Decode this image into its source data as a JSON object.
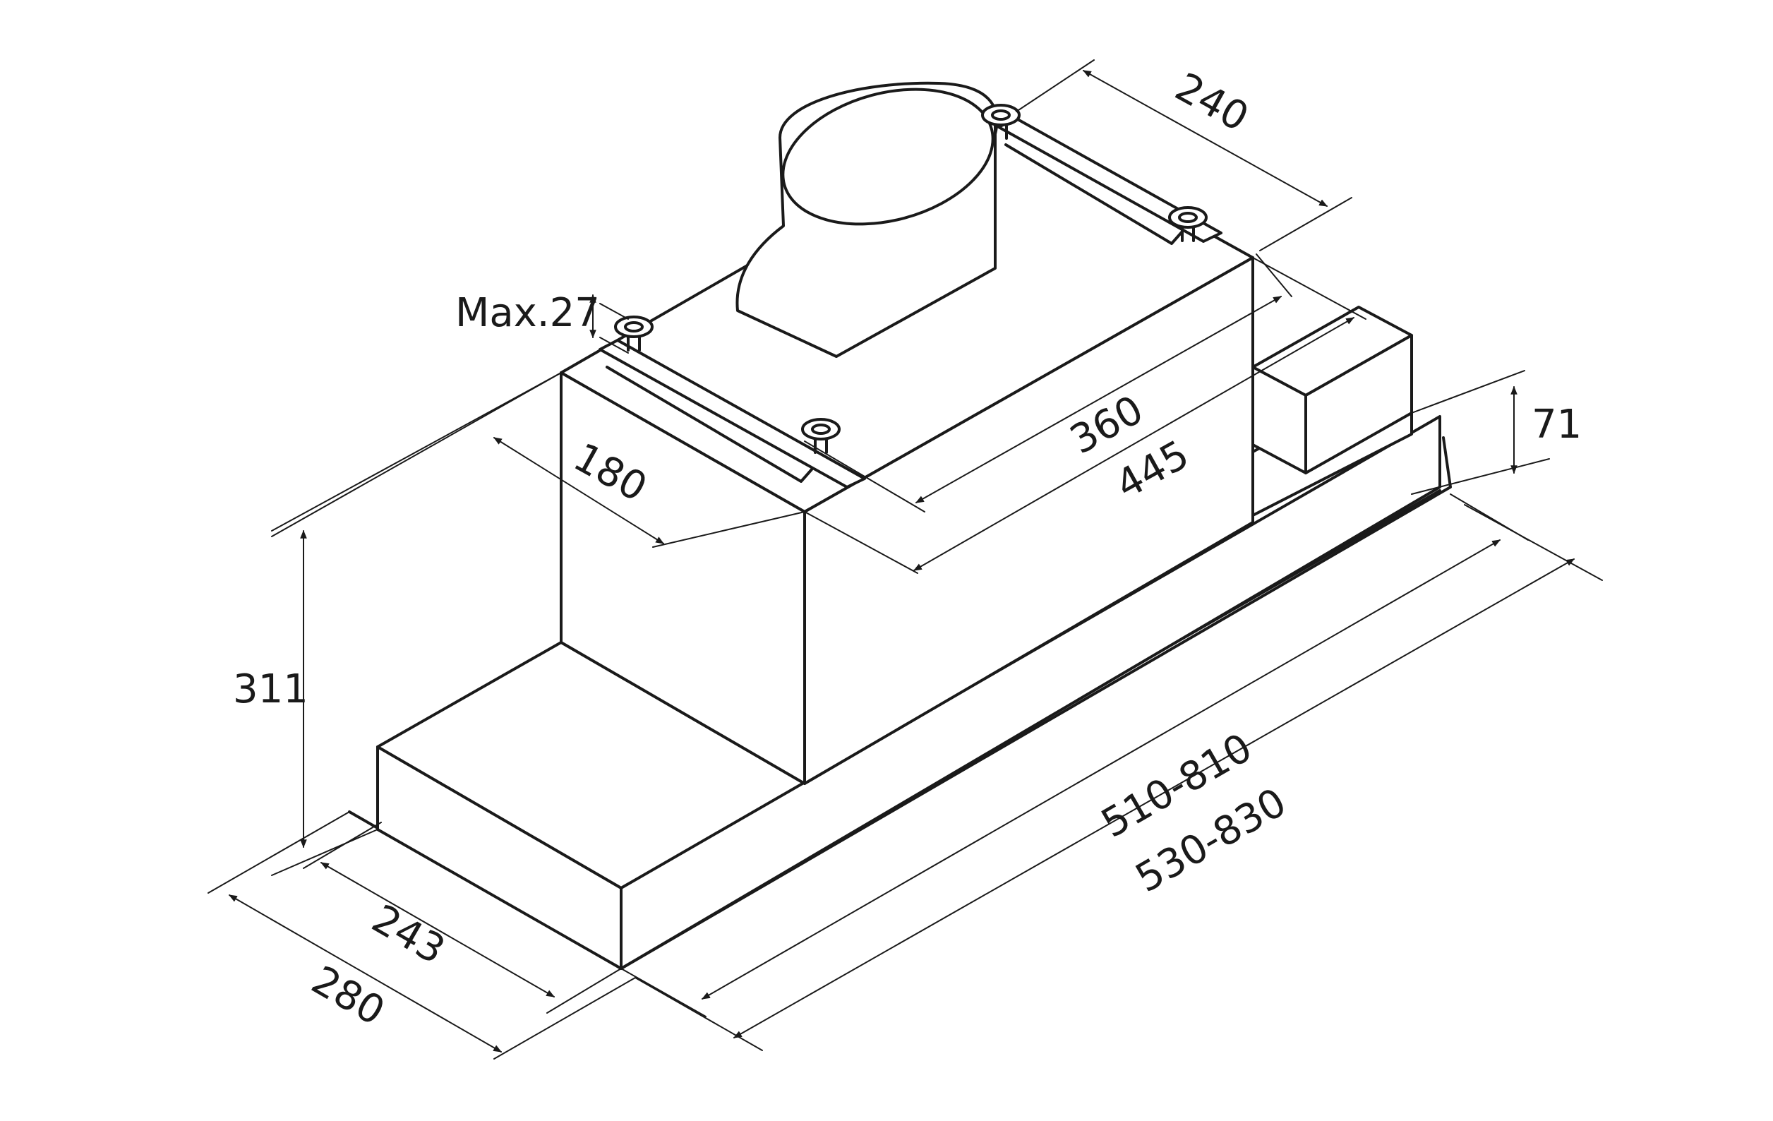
{
  "colors": {
    "line": "#1a1a1a",
    "background": "#ffffff"
  },
  "dimensions": {
    "d240": "240",
    "max27": "Max.27",
    "d360": "360",
    "d445": "445",
    "d180": "180",
    "d71": "71",
    "d311": "311",
    "d510_810": "510-810",
    "d530_830": "530-830",
    "d243": "243",
    "d280": "280"
  }
}
